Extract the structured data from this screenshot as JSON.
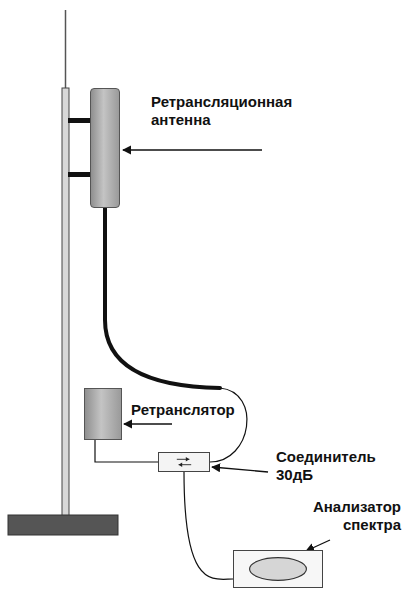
{
  "diagram": {
    "nodes": [
      {
        "text": [
          "Ретрансляционная антенна"
        ]
      },
      {
        "text": [
          "Ретранслятор"
        ]
      },
      {
        "text": [
          "Соединитель 30дБ"
        ]
      },
      {
        "text": [
          "Анализатор спектра"
        ]
      }
    ],
    "edges": [
      {
        "from": 0,
        "to": 2,
        "arrow": "none"
      },
      {
        "from": 1,
        "to": 2,
        "arrow": "none"
      },
      {
        "from": 2,
        "to": 3,
        "arrow": "none"
      }
    ]
  }
}
